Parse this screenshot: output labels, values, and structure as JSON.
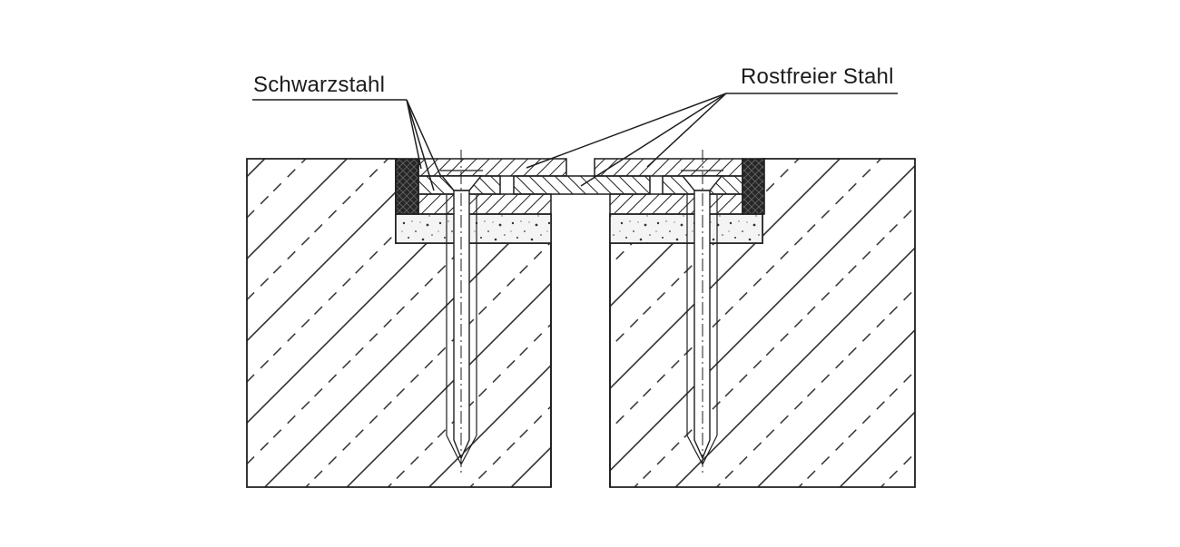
{
  "labels": {
    "black_steel": "Schwarzstahl",
    "stainless_steel": "Rostfreier Stahl"
  },
  "colors": {
    "line": "#1f1f1f",
    "background": "#ffffff",
    "black_steel_fill": "#262626",
    "screed_fill": "#f2f2f2"
  },
  "materials": {
    "structure": "concrete hatch (diagonal with dashes)",
    "black_steel": "dark cross-hatched edge blocks",
    "stainless_steel": "diagonal hatched plates",
    "mortar_bed": "speckled screed layer",
    "fasteners": "two countersunk screws with center lines"
  }
}
